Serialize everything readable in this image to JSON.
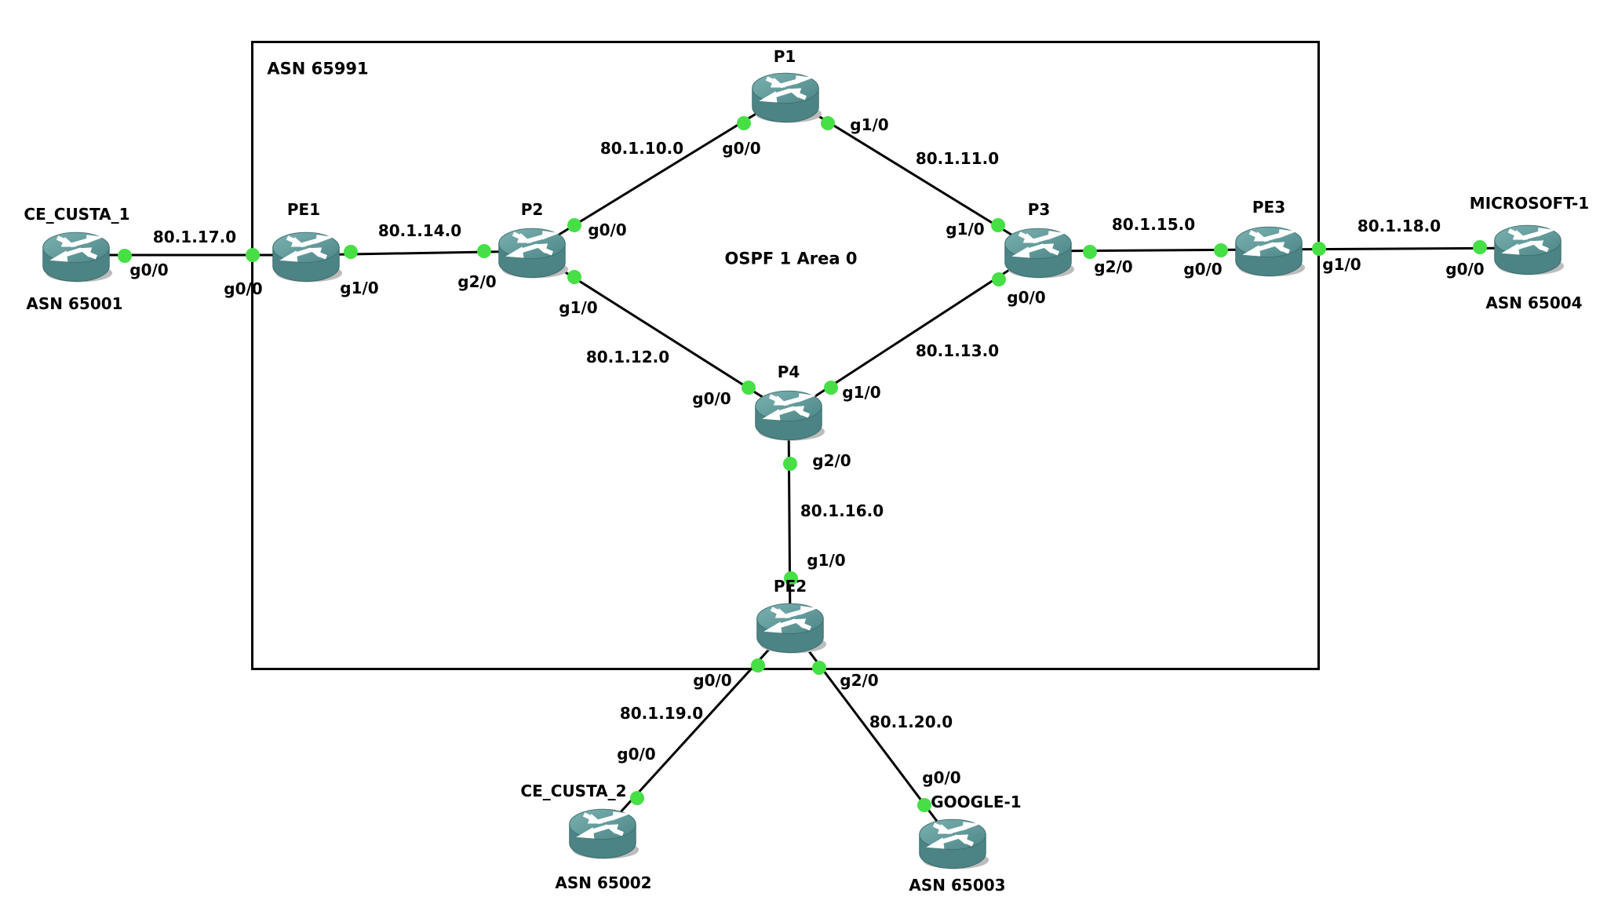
{
  "diagram": {
    "asn_region_label": "ASN 65991",
    "ospf_label": "OSPF 1 Area 0"
  },
  "colors": {
    "link": "#000000",
    "endpoint_dot": "#46df46",
    "router_top": "#5f9899",
    "router_body": "#4c8485",
    "region_border": "#000000",
    "text": "#000000"
  },
  "nodes": [
    {
      "label": "CE_CUSTA_1",
      "sublabel": "ASN 65001"
    },
    {
      "label": "PE1"
    },
    {
      "label": "P1"
    },
    {
      "label": "P2"
    },
    {
      "label": "P3"
    },
    {
      "label": "P4"
    },
    {
      "label": "PE2"
    },
    {
      "label": "PE3"
    },
    {
      "label": "MICROSOFT-1",
      "sublabel": "ASN 65004"
    },
    {
      "label": "CE_CUSTA_2",
      "sublabel": "ASN 65002"
    },
    {
      "label": "GOOGLE-1",
      "sublabel": "ASN 65003"
    }
  ],
  "links": [
    {
      "network": "80.1.17.0",
      "a": "CE_CUSTA_1",
      "a_if": "g0/0",
      "b": "PE1",
      "b_if": "g0/0"
    },
    {
      "network": "80.1.14.0",
      "a": "PE1",
      "a_if": "g1/0",
      "b": "P2",
      "b_if": "g2/0"
    },
    {
      "network": "80.1.10.0",
      "a": "P2",
      "a_if": "g0/0",
      "b": "P1",
      "b_if": "g0/0"
    },
    {
      "network": "80.1.11.0",
      "a": "P1",
      "a_if": "g1/0",
      "b": "P3",
      "b_if": "g1/0"
    },
    {
      "network": "80.1.12.0",
      "a": "P2",
      "a_if": "g1/0",
      "b": "P4",
      "b_if": "g0/0"
    },
    {
      "network": "80.1.13.0",
      "a": "P4",
      "a_if": "g1/0",
      "b": "P3",
      "b_if": "g0/0"
    },
    {
      "network": "80.1.15.0",
      "a": "P3",
      "a_if": "g2/0",
      "b": "PE3",
      "b_if": "g0/0"
    },
    {
      "network": "80.1.18.0",
      "a": "PE3",
      "a_if": "g1/0",
      "b": "MICROSOFT-1",
      "b_if": "g0/0"
    },
    {
      "network": "80.1.16.0",
      "a": "P4",
      "a_if": "g2/0",
      "b": "PE2",
      "b_if": "g1/0"
    },
    {
      "network": "80.1.19.0",
      "a": "PE2",
      "a_if": "g0/0",
      "b": "CE_CUSTA_2",
      "b_if": "g0/0"
    },
    {
      "network": "80.1.20.0",
      "a": "PE2",
      "a_if": "g2/0",
      "b": "GOOGLE-1",
      "b_if": "g0/0"
    }
  ]
}
